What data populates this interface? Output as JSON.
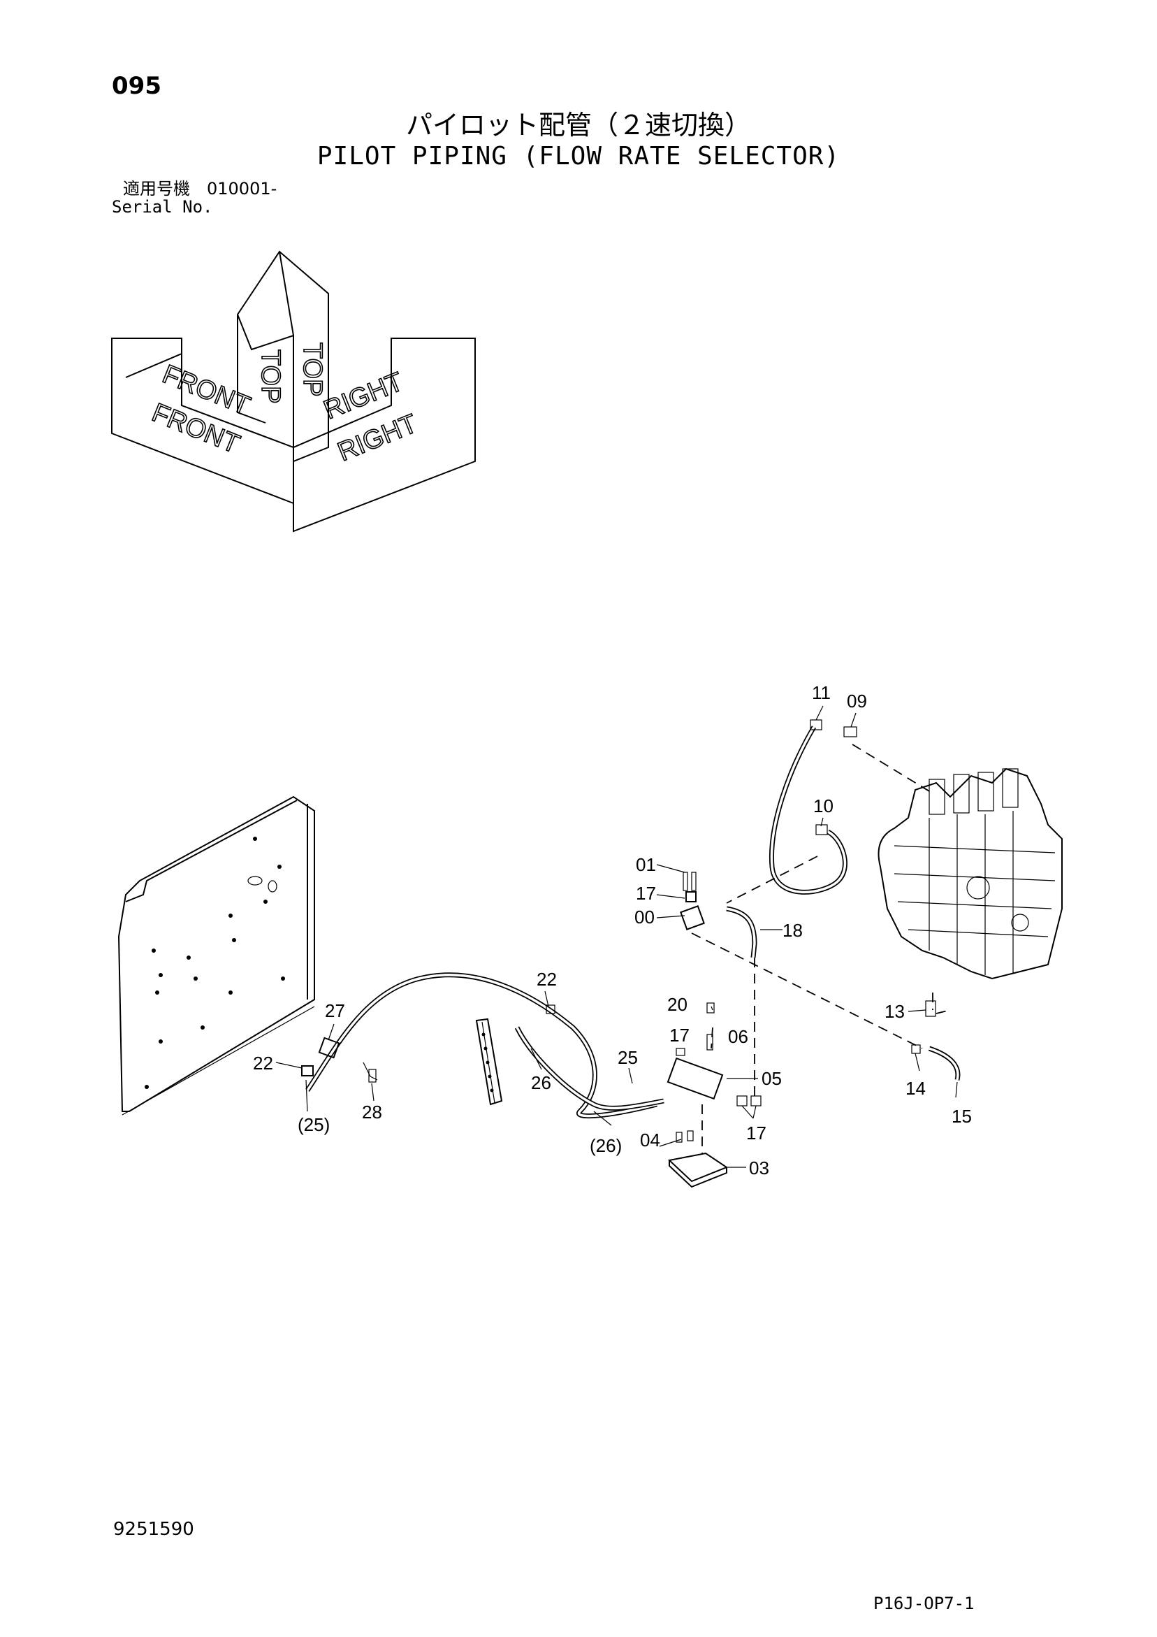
{
  "header": {
    "page_number": "095",
    "title_jp": "パイロット配管（２速切換）",
    "title_en": "PILOT PIPING (FLOW RATE SELECTOR)",
    "serial_label_jp": "適用号機　010001-",
    "serial_label_en": "Serial No."
  },
  "orientation": {
    "top": "TOP",
    "front": "FRONT",
    "right": "RIGHT"
  },
  "callouts": {
    "c00": "00",
    "c01": "01",
    "c03": "03",
    "c04": "04",
    "c05": "05",
    "c06": "06",
    "c09": "09",
    "c10": "10",
    "c11": "11",
    "c13": "13",
    "c14": "14",
    "c15": "15",
    "c17a": "17",
    "c17b": "17",
    "c17c": "17",
    "c18": "18",
    "c20": "20",
    "c22a": "22",
    "c22b": "22",
    "c25": "25",
    "c25p": "(25)",
    "c26": "26",
    "c26p": "(26)",
    "c27": "27",
    "c28": "28"
  },
  "footer": {
    "document_id": "9251590",
    "sheet_code": "P16J-OP7-1"
  }
}
